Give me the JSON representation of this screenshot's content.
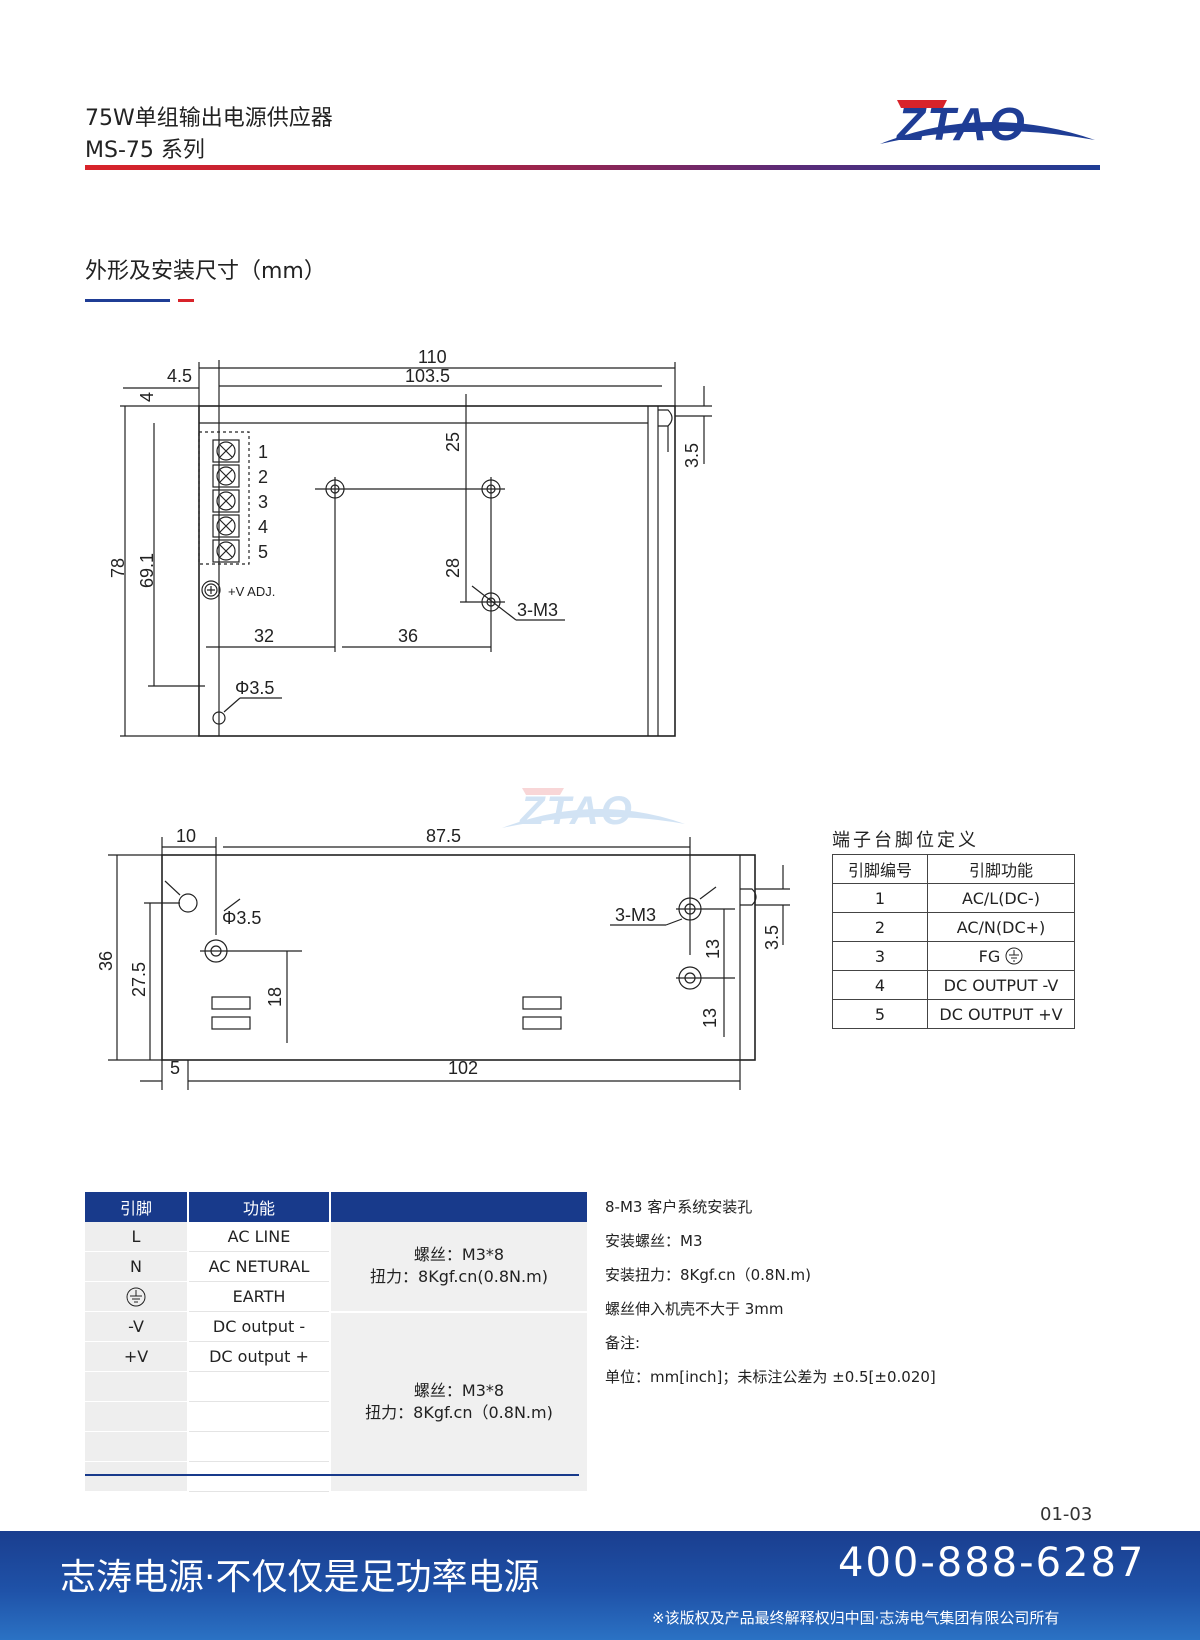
{
  "header": {
    "title_line1": "75W单组输出电源供应器",
    "title_line2": "MS-75 系列",
    "logo_text": "ZTAO"
  },
  "section": {
    "title": "外形及安装尺寸（mm）"
  },
  "top_drawing": {
    "dims": {
      "width_total": "110",
      "width_inner": "103.5",
      "left_offset": "4.5",
      "top_offset": "4",
      "height_total": "78",
      "height_inner": "69.1",
      "right_tab": "3.5",
      "v_dist_top": "25",
      "v_dist_mid": "28",
      "h_dist_left": "32",
      "h_dist_mid": "36",
      "hole_dia": "Φ3.5",
      "screw_label": "3-M3"
    },
    "terminals": [
      "1",
      "2",
      "3",
      "4",
      "5"
    ],
    "vadj_label": "+V ADJ."
  },
  "side_drawing": {
    "dims": {
      "left_offset": "10",
      "hole_span": "87.5",
      "height_total": "36",
      "height_inner": "27.5",
      "hole_height": "18",
      "bottom_left": "5",
      "bottom_span": "102",
      "right_tab": "3.5",
      "spacing_upper": "13",
      "spacing_lower": "13",
      "hole_dia": "Φ3.5",
      "screw_label": "3-M3"
    }
  },
  "pin_table": {
    "title": "端子台脚位定义",
    "headers": [
      "引脚编号",
      "引脚功能"
    ],
    "rows": [
      {
        "pin": "1",
        "func": "AC/L(DC-)"
      },
      {
        "pin": "2",
        "func": "AC/N(DC+)"
      },
      {
        "pin": "3",
        "func": "FG"
      },
      {
        "pin": "4",
        "func": "DC OUTPUT -V"
      },
      {
        "pin": "5",
        "func": "DC OUTPUT +V"
      }
    ]
  },
  "spec_table": {
    "headers": [
      "引脚",
      "功能"
    ],
    "rows": [
      {
        "pin": "L",
        "func": "AC LINE"
      },
      {
        "pin": "N",
        "func": "AC NETURAL"
      },
      {
        "pin": "",
        "func": "EARTH"
      },
      {
        "pin": "-V",
        "func": "DC output -"
      },
      {
        "pin": "+V",
        "func": "DC output +"
      },
      {
        "pin": "",
        "func": ""
      },
      {
        "pin": "",
        "func": ""
      },
      {
        "pin": "",
        "func": ""
      },
      {
        "pin": "",
        "func": ""
      }
    ],
    "group1": {
      "line1": "螺丝：M3*8",
      "line2": "扭力：8Kgf.cn(0.8N.m)"
    },
    "group2": {
      "line1": "螺丝：M3*8",
      "line2": "扭力：8Kgf.cn（0.8N.m)"
    }
  },
  "notes": [
    "8-M3 客户系统安装孔",
    "安装螺丝：M3",
    "安装扭力：8Kgf.cn（0.8N.m)",
    "螺丝伸入机壳不大于 3mm",
    "备注:",
    "单位：mm[inch]；未标注公差为 ±0.5[±0.020]"
  ],
  "page_number": "01-03",
  "footer": {
    "slogan": "志涛电源·不仅仅是足功率电源",
    "phone": "400-888-6287",
    "copyright": "※该版权及产品最终解释权归中国·志涛电气集团有限公司所有"
  },
  "colors": {
    "brand_blue": "#1f3d95",
    "brand_red": "#d8232a",
    "table_header": "#183a8b"
  }
}
